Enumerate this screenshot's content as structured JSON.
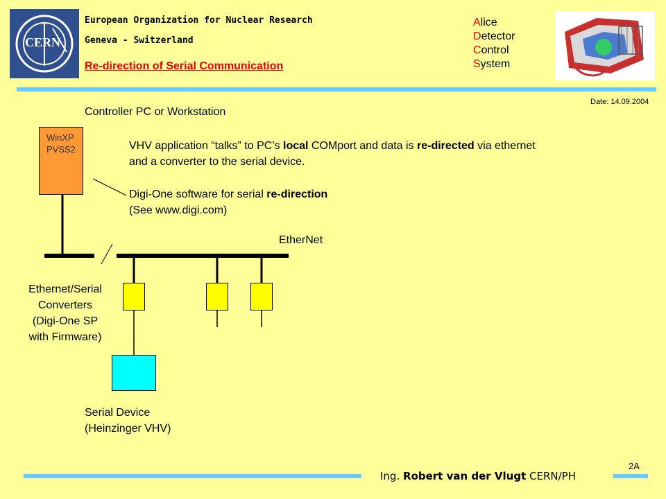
{
  "header": {
    "org_line1": "European Organization for Nuclear Research",
    "org_line2": "Geneva - Switzerland",
    "title": "Re-direction of Serial Communication",
    "logo_text": "CERN",
    "alice_lines": [
      {
        "cap": "A",
        "rest": "lice"
      },
      {
        "cap": "D",
        "rest": "etector"
      },
      {
        "cap": "C",
        "rest": "ontrol"
      },
      {
        "cap": "S",
        "rest": "ystem"
      }
    ]
  },
  "date": "Date: 14.09.2004",
  "diagram": {
    "controller_label": "Controller PC or Workstation",
    "pc_label_line1": "WinXP",
    "pc_label_line2": "PVSS2",
    "note1_a": "VHV application “talks” to PC’s ",
    "note1_b": "local",
    "note1_c": " COMport and data is ",
    "note1_d": "re-directed",
    "note1_e": " via ethernet",
    "note1_line2": "and a converter to the serial device.",
    "note2_a": "Digi-One software for serial ",
    "note2_b": "re-direction",
    "note2_line2": "(See www.digi.com)",
    "ethernet_label": "EtherNet",
    "converters_lines": [
      "Ethernet/Serial",
      "Converters",
      "(Digi-One SP",
      "with Firmware)"
    ],
    "serial_device_line1": "Serial Device",
    "serial_device_line2": "(Heinzinger VHV)"
  },
  "colors": {
    "background": "#ffff99",
    "pc_box": "#ff9933",
    "converter_box": "#ffff00",
    "serial_device_box": "#00ffff",
    "rule": "#66ccff",
    "accent_red": "#e60000"
  },
  "footer": {
    "page_number": "2A",
    "prefix": "Ing.",
    "name": "Robert van der Vlugt",
    "org": "CERN/PH"
  }
}
